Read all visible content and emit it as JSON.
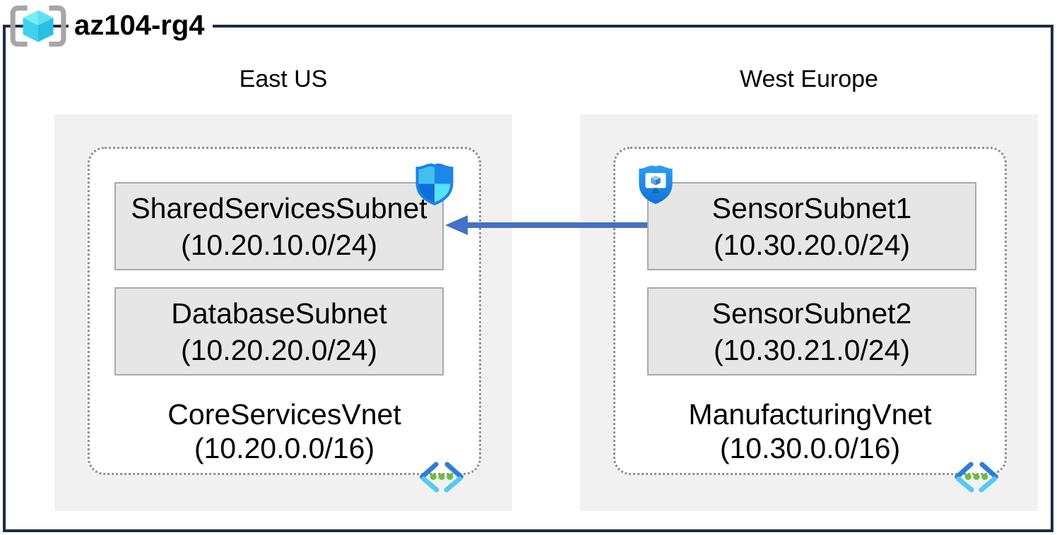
{
  "title": "az104-rg4",
  "colors": {
    "frame_navy": "#1e2a47",
    "region_bg": "#f1f1f2",
    "subnet_bg": "#e6e6e7",
    "subnet_border": "#a9a9a9",
    "vnet_dotted_border": "#8f8f8f",
    "arrow_blue": "#4472c4",
    "azure_blue": "#1b82e4",
    "azure_cyan": "#50e6ff",
    "vnet_icon_green": "#6bbe3a",
    "bracket_gray": "#a6a6a6"
  },
  "icons": {
    "resource_group": "resource-group-icon",
    "nsg_badge": "network-security-group-shield-icon",
    "asg_badge": "application-security-group-shield-icon",
    "vnet": "virtual-network-icon"
  },
  "regions": [
    {
      "name": "East US",
      "vnet": {
        "name": "CoreServicesVnet",
        "cidr": "(10.20.0.0/16)",
        "subnets": [
          {
            "name": "SharedServicesSubnet",
            "cidr": "(10.20.10.0/24)",
            "badge": "network-security-group"
          },
          {
            "name": "DatabaseSubnet",
            "cidr": "(10.20.20.0/24)",
            "badge": null
          }
        ]
      }
    },
    {
      "name": "West Europe",
      "vnet": {
        "name": "ManufacturingVnet",
        "cidr": "(10.30.0.0/16)",
        "subnets": [
          {
            "name": "SensorSubnet1",
            "cidr": "(10.30.20.0/24)",
            "badge": "application-security-group"
          },
          {
            "name": "SensorSubnet2",
            "cidr": "(10.30.21.0/24)",
            "badge": null
          }
        ]
      }
    }
  ],
  "connection": {
    "from": "SensorSubnet1",
    "to": "SharedServicesSubnet",
    "direction": "right-to-left"
  }
}
